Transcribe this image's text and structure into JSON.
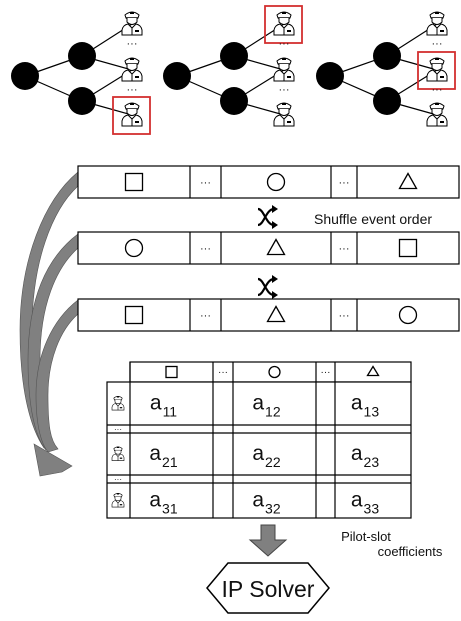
{
  "colors": {
    "highlight": "#d32f2f",
    "arrow_gray": "#808080",
    "node": "#000000",
    "line": "#000000"
  },
  "trees": [
    {
      "highlight": 3
    },
    {
      "highlight": 1
    },
    {
      "highlight": 2
    }
  ],
  "ellipsis": "···",
  "event_rows": [
    [
      "square",
      "circle",
      "triangle"
    ],
    [
      "circle",
      "triangle",
      "square"
    ],
    [
      "square",
      "triangle",
      "circle"
    ]
  ],
  "shuffle_label": "Shuffle event order",
  "matrix": {
    "header_shapes": [
      "square",
      "circle",
      "triangle"
    ],
    "rows": [
      {
        "cells": [
          {
            "base": "a",
            "sub": "11"
          },
          {
            "base": "a",
            "sub": "12"
          },
          {
            "base": "a",
            "sub": "13"
          }
        ]
      },
      {
        "cells": [
          {
            "base": "a",
            "sub": "21"
          },
          {
            "base": "a",
            "sub": "22"
          },
          {
            "base": "a",
            "sub": "23"
          }
        ]
      },
      {
        "cells": [
          {
            "base": "a",
            "sub": "31"
          },
          {
            "base": "a",
            "sub": "32"
          },
          {
            "base": "a",
            "sub": "33"
          }
        ]
      }
    ],
    "caption_line1": "Pilot-slot",
    "caption_line2": "coefficients"
  },
  "solver_label": "IP Solver",
  "icons": [
    "pilot-icon",
    "shuffle-icon",
    "down-arrow-icon"
  ]
}
